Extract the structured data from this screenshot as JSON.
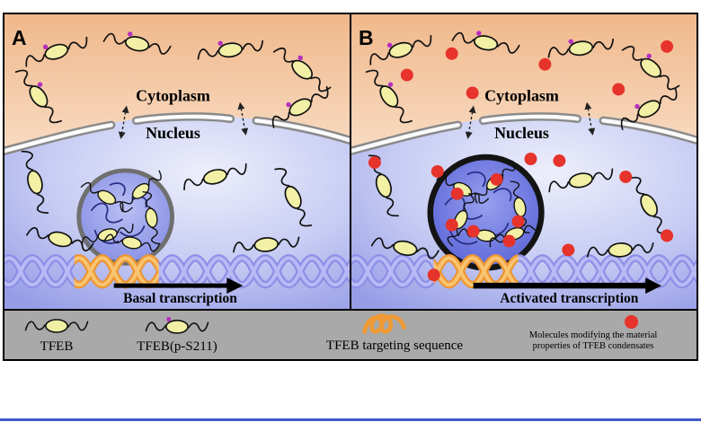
{
  "panels": [
    {
      "label": "A",
      "cytoplasm": "Cytoplasm",
      "nucleus": "Nucleus",
      "transcription": "Basal transcription"
    },
    {
      "label": "B",
      "cytoplasm": "Cytoplasm",
      "nucleus": "Nucleus",
      "transcription": "Activated transcription"
    }
  ],
  "legend": {
    "tfeb": "TFEB",
    "tfeb_ps211": "TFEB(p-S211)",
    "targeting": "TFEB targeting sequence",
    "modifiers_line1": "Molecules modifying the material",
    "modifiers_line2": "properties of TFEB condensates"
  },
  "colors": {
    "cytoplasm_top": "#f0b88b",
    "cytoplasm_mid": "#fbe6d3",
    "nucleus_center": "#edeffb",
    "nucleus_mid": "#c6cbf3",
    "nucleus_edge": "#969de6",
    "membrane": "#8a8a8a",
    "membrane_gap": "#fbfbfb",
    "outline": "#111111",
    "tfeb_fill": "#f2f0a5",
    "phospho": "#b52fc0",
    "cond_a_c0": "#b9bff4",
    "cond_a_c1": "#7c85e1",
    "cond_a_rim": "#6f6f6f",
    "cond_b_c0": "#98a0ef",
    "cond_b_c1": "#4e58d2",
    "cond_b_rim": "#141414",
    "condensate_strand": "#2b2f86",
    "dna_main": "#8d8fe6",
    "dna_light": "#b9baf5",
    "dna_orange": "#ef9730",
    "dna_orange_light": "#f8c472",
    "red_dot": "#e6332b",
    "targeting_orange": "#f09a35",
    "legend_bg": "#a9a9a9",
    "bottom_line": "#3f57c9"
  }
}
